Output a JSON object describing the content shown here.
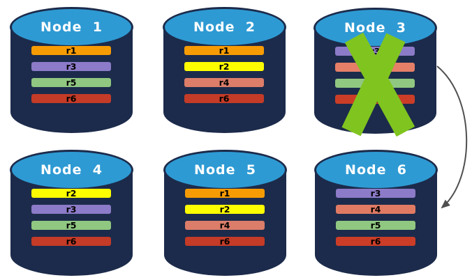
{
  "diagram": {
    "description": "Replicated database cluster: six nodes holding replicas r1-r6; Node 3 has failed (green X) and its replicas fail over to Node 6 (arrow).",
    "colors": {
      "background": "#FFFFFF",
      "cylinder_body": "#1C2B4B",
      "cylinder_top": "#2E9AD3",
      "node_label_text": "#FFFFFF",
      "replica_label_text": "#000000",
      "failure_x": "#80C41F",
      "arrow": "#4F4F4F"
    },
    "nodes": [
      {
        "id": "node-1",
        "label": "Node  1",
        "failed": false,
        "replicas": [
          {
            "label": "r1",
            "color": "#F79B04"
          },
          {
            "label": "r3",
            "color": "#8C7BC8"
          },
          {
            "label": "r5",
            "color": "#90C781"
          },
          {
            "label": "r6",
            "color": "#C43B27"
          }
        ]
      },
      {
        "id": "node-2",
        "label": "Node  2",
        "failed": false,
        "replicas": [
          {
            "label": "r1",
            "color": "#F79B04"
          },
          {
            "label": "r2",
            "color": "#FDFD00"
          },
          {
            "label": "r4",
            "color": "#DB7D69"
          },
          {
            "label": "r6",
            "color": "#C43B27"
          }
        ]
      },
      {
        "id": "node-3",
        "label": "Node  3",
        "failed": true,
        "replicas": [
          {
            "label": "r3",
            "color": "#8C7BC8"
          },
          {
            "label": "r4",
            "color": "#E57F68"
          },
          {
            "label": "r5",
            "color": "#90C781"
          },
          {
            "label": "r6",
            "color": "#CC3D27"
          }
        ]
      },
      {
        "id": "node-4",
        "label": "Node  4",
        "failed": false,
        "replicas": [
          {
            "label": "r2",
            "color": "#FDFD00"
          },
          {
            "label": "r3",
            "color": "#8C7BC8"
          },
          {
            "label": "r5",
            "color": "#90C781"
          },
          {
            "label": "r6",
            "color": "#C43B27"
          }
        ]
      },
      {
        "id": "node-5",
        "label": "Node  5",
        "failed": false,
        "replicas": [
          {
            "label": "r1",
            "color": "#F79B04"
          },
          {
            "label": "r2",
            "color": "#FDFD00"
          },
          {
            "label": "r4",
            "color": "#DB7D69"
          },
          {
            "label": "r6",
            "color": "#C43B27"
          }
        ]
      },
      {
        "id": "node-6",
        "label": "Node  6",
        "failed": false,
        "replicas": [
          {
            "label": "r3",
            "color": "#8C7BC8"
          },
          {
            "label": "r4",
            "color": "#E07A63"
          },
          {
            "label": "r5",
            "color": "#90C781"
          },
          {
            "label": "r6",
            "color": "#CC3D27"
          }
        ]
      }
    ],
    "failure": {
      "node": "Node 3",
      "marker": "x-cross"
    },
    "failover_arrow": {
      "from": "Node 3",
      "to": "Node 6"
    }
  }
}
